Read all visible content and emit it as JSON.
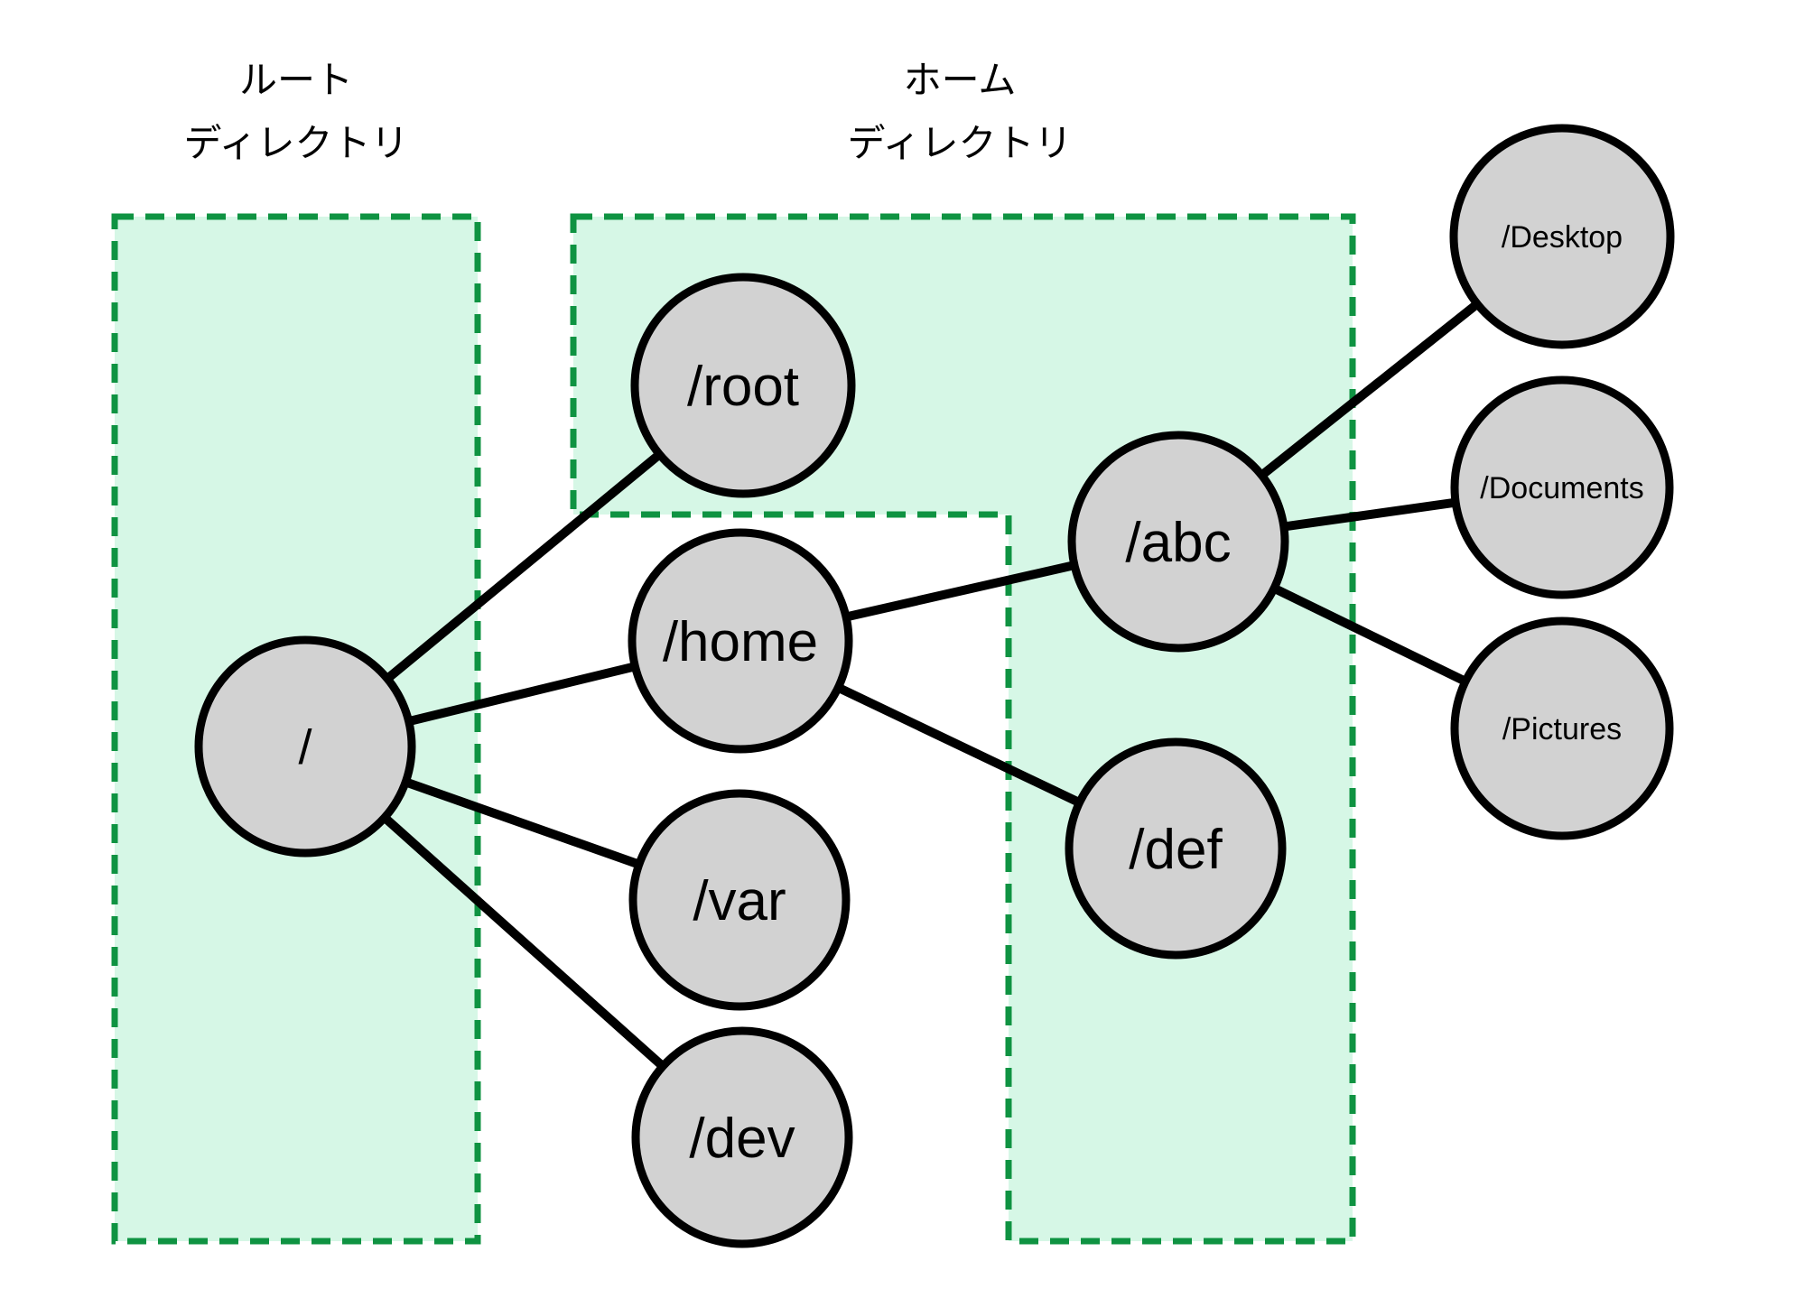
{
  "diagram": {
    "colors": {
      "region-fill": "#d6f7e6",
      "region-border": "#0f9342",
      "node-fill": "#d2d2d2",
      "node-border": "#000000",
      "edge-color": "#000000",
      "text-color": "#000000",
      "background": "#ffffff"
    },
    "regions": [
      {
        "id": "root-directory",
        "label_line1": "ルート",
        "label_line2": "ディレクトリ"
      },
      {
        "id": "home-directory",
        "label_line1": "ホーム",
        "label_line2": "ディレクトリ"
      }
    ],
    "nodes": [
      {
        "id": "slash",
        "label": "/"
      },
      {
        "id": "root",
        "label": "/root"
      },
      {
        "id": "home",
        "label": "/home"
      },
      {
        "id": "var",
        "label": "/var"
      },
      {
        "id": "dev",
        "label": "/dev"
      },
      {
        "id": "abc",
        "label": "/abc"
      },
      {
        "id": "def",
        "label": "/def"
      },
      {
        "id": "desktop",
        "label": "/Desktop"
      },
      {
        "id": "documents",
        "label": "/Documents"
      },
      {
        "id": "pictures",
        "label": "/Pictures"
      }
    ],
    "edges": [
      {
        "from": "/",
        "to": "/root"
      },
      {
        "from": "/",
        "to": "/home"
      },
      {
        "from": "/",
        "to": "/var"
      },
      {
        "from": "/",
        "to": "/dev"
      },
      {
        "from": "/home",
        "to": "/abc"
      },
      {
        "from": "/home",
        "to": "/def"
      },
      {
        "from": "/abc",
        "to": "/Desktop"
      },
      {
        "from": "/abc",
        "to": "/Documents"
      },
      {
        "from": "/abc",
        "to": "/Pictures"
      }
    ]
  }
}
